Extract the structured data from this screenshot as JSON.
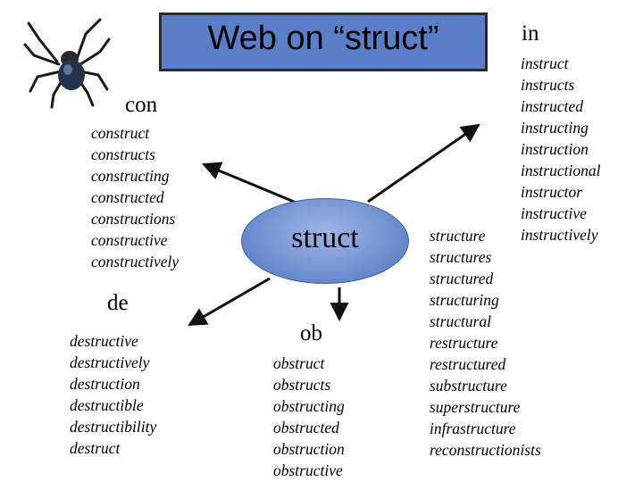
{
  "title": "Web on “struct”",
  "center": "struct",
  "prefixes": {
    "con": {
      "label": "con",
      "words": [
        "construct",
        "constructs",
        "constructing",
        "constructed",
        "constructions",
        "constructive",
        "constructively"
      ]
    },
    "de": {
      "label": "de",
      "words": [
        "destructive",
        "destructively",
        "destruction",
        "destructible",
        "destructibility",
        "destruct"
      ]
    },
    "ob": {
      "label": "ob",
      "words": [
        "obstruct",
        "obstructs",
        "obstructing",
        "obstructed",
        "obstruction",
        "obstructive"
      ]
    },
    "in": {
      "label": "in",
      "words": [
        "instruct",
        "instructs",
        "instructed",
        "instructing",
        "instruction",
        "instructional",
        "instructor",
        "instructive",
        "instructively"
      ]
    }
  },
  "struct_words": [
    "structure",
    "structures",
    "structured",
    "structuring",
    "structural",
    "restructure",
    "restructured",
    "substructure",
    "superstructure",
    "infrastructure",
    "reconstructionists"
  ],
  "colors": {
    "title_fill": "#5a7fc8",
    "ellipse_fill": "#6e8fd0",
    "arrow": "#111111"
  },
  "icons": {
    "decoration": "spider-icon"
  }
}
